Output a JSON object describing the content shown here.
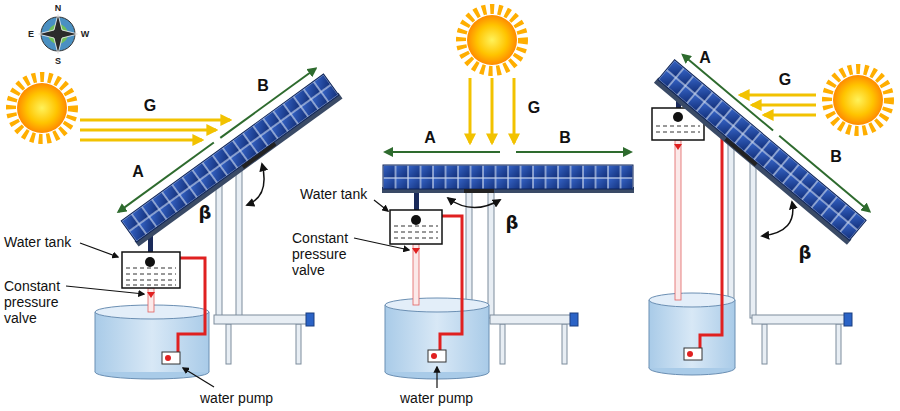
{
  "diagram": {
    "labels": [
      "N",
      "E",
      "W",
      "S",
      "G",
      "B",
      "A",
      "β",
      "Water tank",
      "Constant pressure valve",
      "water pump",
      "A",
      "B",
      "G",
      "β",
      "Water tank",
      "Constant pressure valve",
      "water pump",
      "A",
      "G",
      "B",
      "β"
    ]
  }
}
